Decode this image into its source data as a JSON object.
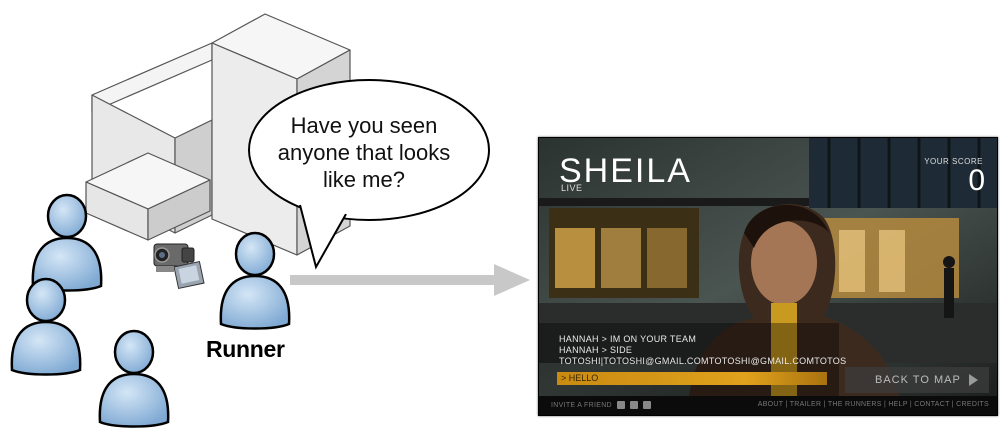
{
  "bubble": {
    "line1": "Have you seen",
    "line2": "anyone that looks",
    "line3": "like me?"
  },
  "runner_label": "Runner",
  "game": {
    "title": "SHEILA",
    "status": "LIVE",
    "score_label": "YOUR SCORE",
    "score": "0",
    "chat": [
      "HANNAH > IM ON YOUR TEAM",
      "HANNAH > SIDE",
      "TOTOSHI|TOTOSHI@GMAIL.COMTOTOSHI@GMAIL.COMTOTOS"
    ],
    "chat_input": "> HELLO",
    "back_button": "BACK TO MAP",
    "footer_left": "INVITE A FRIEND",
    "footer_right": "ABOUT | TRAILER | THE RUNNERS | HELP | CONTACT | CREDITS"
  },
  "colors": {
    "person_fill": "#a6c8e8",
    "arrow": "#c8c8c8"
  }
}
